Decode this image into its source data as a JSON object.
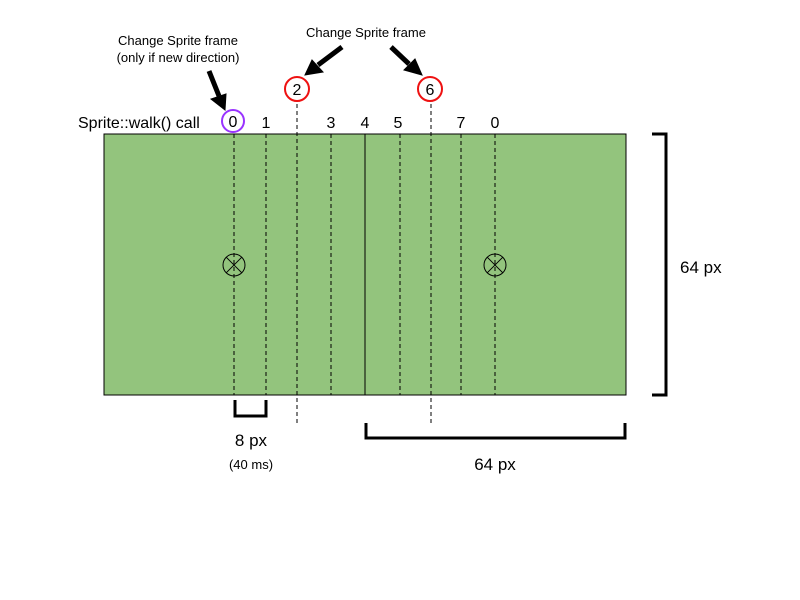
{
  "call_label": "Sprite::walk() call",
  "tile_size_vertical_label": "64 px",
  "tile_size_horizontal_label": "64 px",
  "step_width_label": "8 px",
  "step_time_label": "(40 ms)",
  "annotations": {
    "direction_change": {
      "line1": "Change Sprite frame",
      "line2": "(only if new direction)"
    },
    "frame_change": {
      "line1": "Change Sprite frame"
    }
  },
  "call_numbers": [
    "0",
    "1",
    "3",
    "4",
    "5",
    "7",
    "0"
  ],
  "highlighted_calls": [
    {
      "label": "0",
      "kind": "direction"
    },
    {
      "label": "2",
      "kind": "frame"
    },
    {
      "label": "6",
      "kind": "frame"
    }
  ],
  "colors": {
    "tile_fill": "#93c47d",
    "direction_circle": "#9933ff",
    "frame_circle": "#ee1111",
    "line": "#000000"
  }
}
